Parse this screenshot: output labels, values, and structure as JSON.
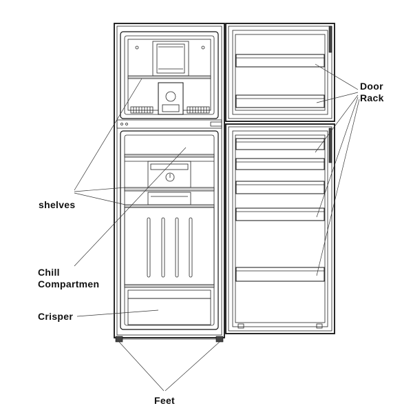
{
  "labels": {
    "door_rack_line1": "Door",
    "door_rack_line2": "Rack",
    "shelves": "shelves",
    "chill_line1": "Chill",
    "chill_line2": "Compartmen",
    "crisper": "Crisper",
    "feet": "Feet"
  },
  "colors": {
    "line": "#111111",
    "shelf_fill": "#cfcfcf",
    "background": "#ffffff"
  }
}
